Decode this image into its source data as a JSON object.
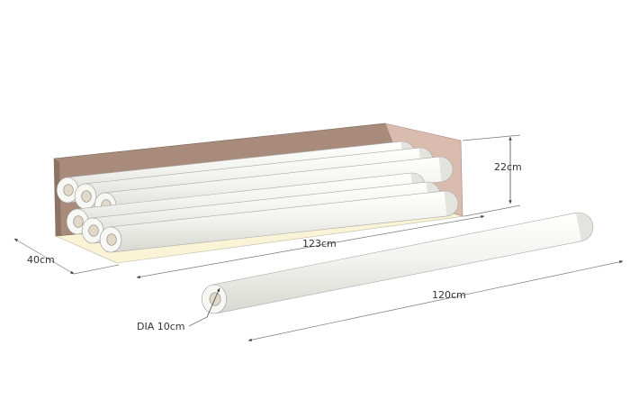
{
  "labels": {
    "height": "22cm",
    "width": "40cm",
    "box_length": "123cm",
    "roll_length": "120cm",
    "diameter": "DIA 10cm"
  },
  "colors": {
    "wall_back": "#a98b7c",
    "wall_side": "#d9bcae",
    "floor": "#fbf3d6",
    "roll": "#f4f4f0",
    "dimension_line": "#666666"
  }
}
